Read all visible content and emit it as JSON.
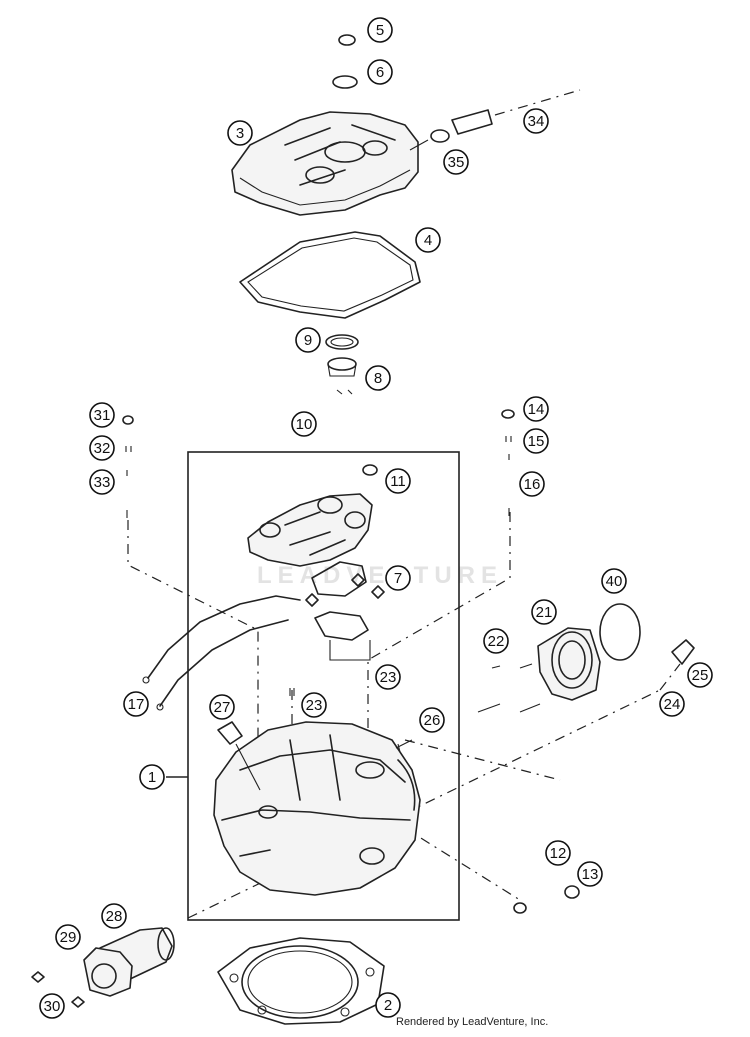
{
  "diagram": {
    "footer_credit": "Rendered by LeadVenture, Inc.",
    "watermark": "LEADVENTURE",
    "callouts": [
      "1",
      "2",
      "3",
      "4",
      "5",
      "6",
      "7",
      "8",
      "9",
      "10",
      "11",
      "12",
      "13",
      "14",
      "15",
      "16",
      "17",
      "21",
      "22",
      "23",
      "23",
      "24",
      "25",
      "26",
      "27",
      "28",
      "29",
      "30",
      "31",
      "32",
      "33",
      "34",
      "35",
      "40"
    ]
  }
}
